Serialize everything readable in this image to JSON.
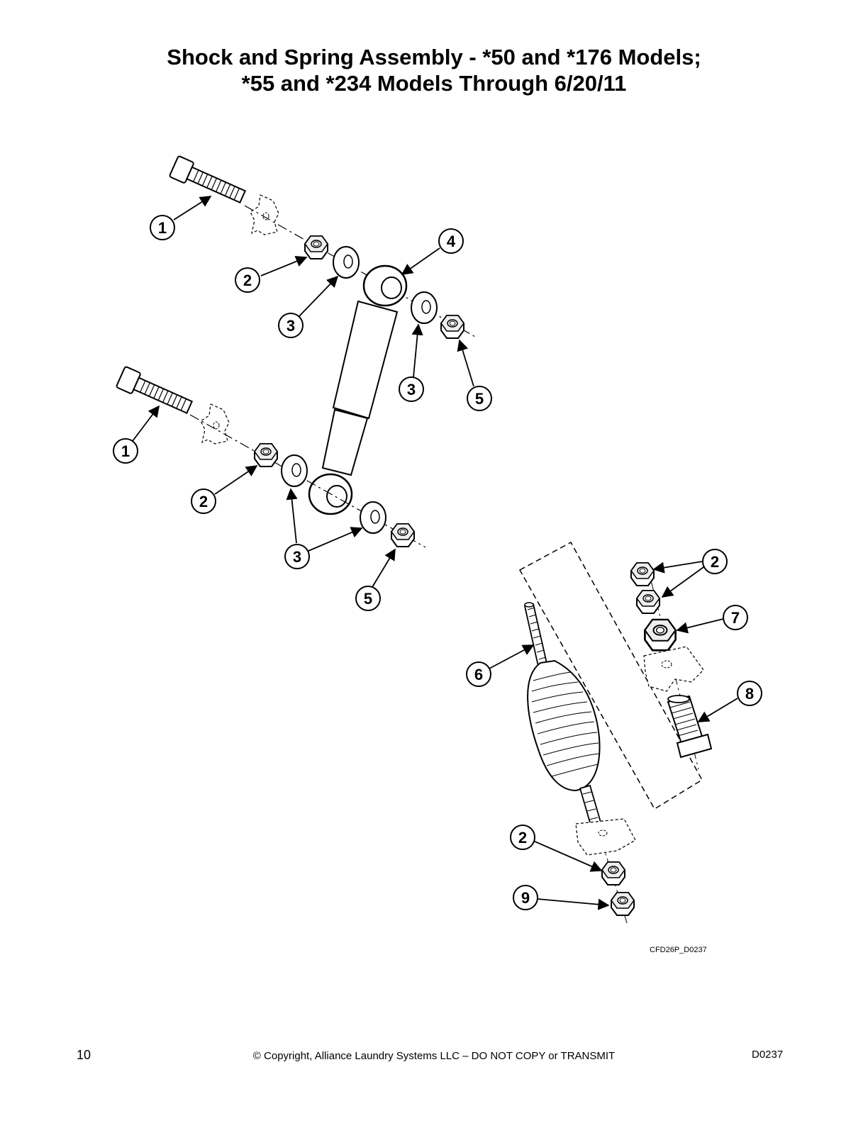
{
  "title": {
    "line1": "Shock and Spring Assembly - *50 and *176 Models;",
    "line2": "*55 and *234 Models Through 6/20/11"
  },
  "callouts": [
    "1",
    "2",
    "3",
    "4",
    "5",
    "1",
    "2",
    "3",
    "5",
    "2",
    "7",
    "6",
    "8",
    "2",
    "9"
  ],
  "drawing_id": "CFD26P_D0237",
  "footer": {
    "page_number": "10",
    "copyright": "© Copyright, Alliance Laundry Systems LLC – DO NOT COPY or TRANSMIT",
    "doc_code": "D0237"
  },
  "icons": [
    "bolt-icon",
    "hex-nut-icon",
    "washer-icon",
    "shock-absorber-icon",
    "spring-rod-icon",
    "mounting-bracket-icon"
  ]
}
